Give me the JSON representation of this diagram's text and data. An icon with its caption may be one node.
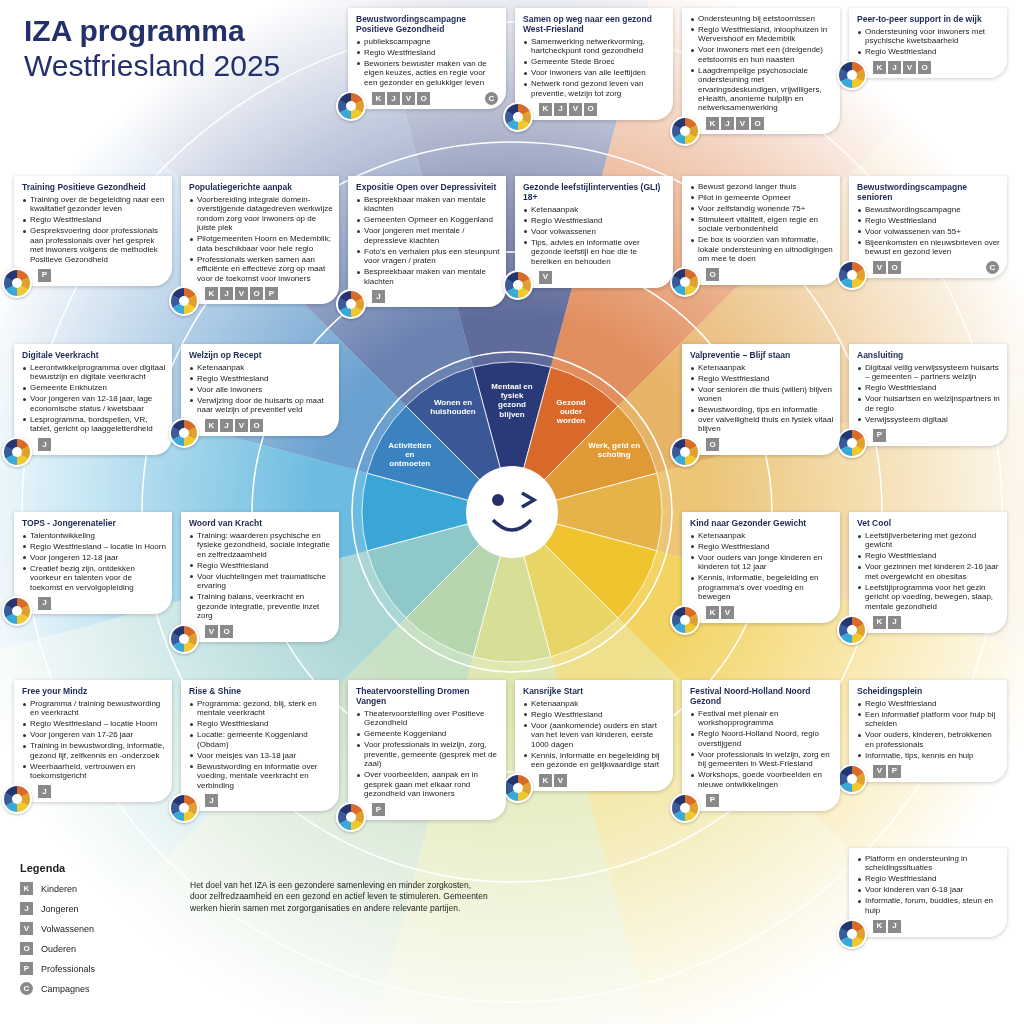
{
  "diagram": {
    "title": "**IZA programma** Westfriesland 2025",
    "caption": "Het doel van het IZA is een gezondere samenleving en minder zorgkosten, door zelfredzaamheid en een gezond en actief leven te stimuleren. Gemeenten werken hierin samen met zorgorganisaties en andere relevante partijen.",
    "nodes": [
      {
        "text": [
          "Bewustwordingscampagne Positieve Gezondheid",
          "publiekscampagne",
          "Regio Westfriesland",
          "Bewoners bewuster maken van de eigen keuzes, acties en regie voor een gezonder en gelukkiger leven",
          "K",
          "J",
          "V",
          "O",
          "C"
        ]
      },
      {
        "text": [
          "Populatiegerichte aanpak",
          "Voorbereiding integrale domein-overstijgende datagedreven werkwijze rondom zorg voor inwoners op de juiste plek",
          "Pilotgemeenten Hoorn en Medemblik; data beschikbaar voor hele regio",
          "Professionals werken samen aan efficiënte en effectieve zorg op maat voor de toekomst voor inwoners",
          "K",
          "J",
          "V",
          "O",
          "P"
        ]
      },
      {
        "text": [
          "Training Positieve Gezondheid",
          "Training over de begeleiding naar een kwalitatief gezonder leven",
          "Regio Westfriesland",
          "Gespreksvoering door professionals aan professionals over het gesprek met inwoners volgens de methodiek Positieve Gezondheid",
          "P"
        ]
      },
      {
        "text": [
          "Ondersteuning bij eetstoornissen",
          "Regio Westfriesland, inloophuizen in Wervershoof en Medemblik",
          "Voor inwoners met een (dreigende) eetstoornis en hun naasten",
          "Laagdrempelige psychosociale ondersteuning met ervaringsdeskundigen, vrijwilligers, eHealth, anonieme hulplijn en netwerksamenwerking",
          "K",
          "J",
          "V",
          "O"
        ]
      },
      {
        "text": [
          "Peer-to-peer support in de wijk",
          "Ondersteuning voor inwoners met psychische kwetsbaarheid",
          "Regio Westfriesland",
          "K",
          "J",
          "V",
          "O"
        ]
      },
      {
        "text": [
          "Samen op weg naar een gezond West-Friesland",
          "Samenwerking netwerkvorming, hartcheckpunt rond gezondheid",
          "Gemeente Stede Broec",
          "Voor inwoners van alle leeftijden",
          "Netwerk rond gezond leven van preventie, welzijn tot zorg",
          "K",
          "J",
          "V",
          "O"
        ]
      },
      {
        "text": [
          "Expositie Open over Depressiviteit",
          "Bespreekbaar maken van mentale klachten",
          "Gemeenten Opmeer en Koggenland",
          "Voor jongeren met mentale / depressieve klachten",
          "Foto's en verhalen plus een steunpunt voor vragen / praten",
          "Bespreekbaar maken van mentale klachten",
          "J"
        ]
      },
      {
        "text": [
          "Bewustwordingscampagne senioren",
          "Bewustwordingscampagne",
          "Regio Westfriesland",
          "Voor volwassenen van 55+",
          "Bijeenkomsten en nieuwsbrieven over bewust en gezond leven",
          "V",
          "O",
          "C"
        ]
      },
      {
        "text": [
          "Bewust gezond langer thuis",
          "Pilot in gemeente Opmeer",
          "Voor zelfstandig wonende 75+",
          "Stimuleert vitaliteit, eigen regie en sociale verbondenheid",
          "De box is voorzien van informatie, lokale ondersteuning en uitnodigingen om mee te doen",
          "O"
        ]
      },
      {
        "text": [
          "Digitale Veerkracht",
          "Leerontwikkelprogramma over digitaal bewustzijn en digitale veerkracht",
          "Gemeente Enkhuizen",
          "Voor jongeren van 12-18 jaar, lage economische status / kwetsbaar",
          "Lesprogramma, bordspellen, VR, tablet, gericht op laaggeletterdheid",
          "J"
        ]
      },
      {
        "text": [
          "Gezonde leefstijlinterventies (GLI) 18+",
          "Ketenaanpak",
          "Regio Westfriesland",
          "Voor volwassenen",
          "Tips, advies en informatie over gezonde leefstijl en hoe die te bereiken en behouden",
          "V"
        ]
      },
      {
        "text": [
          "Welzijn op Recept",
          "Ketenaanpak",
          "Regio Westfriesland",
          "Voor alle inwoners",
          "Verwijzing door de huisarts op maat naar welzijn of preventief veld",
          "K",
          "J",
          "V",
          "O"
        ]
      },
      {
        "text": [
          "Aansluiting",
          "Digitaal veilig verwijssysteem huisarts – gemeenten – partners welzijn",
          "Regio Westfriesland",
          "Voor huisartsen en welzijnspartners in de regio",
          "Verwijssysteem digitaal",
          "P"
        ]
      },
      {
        "text": [
          "TOPS - Jongerenatelier",
          "Talentontwikkeling",
          "Regio Westfriesland – locatie in Hoorn",
          "Voor jongeren 12-18 jaar",
          "Creatief bezig zijn, ontdekken voorkeur en talenten voor de toekomst en vervolgopleiding",
          "J"
        ]
      },
      {
        "text": [
          "Valpreventie – Blijf staan",
          "Ketenaanpak",
          "Regio Westfriesland",
          "Voor senioren die thuis (willen) blijven wonen",
          "Bewustwording, tips en informatie over valveiligheid thuis en fysiek vitaal blijven",
          "O"
        ]
      },
      {
        "text": [
          "Vet Cool",
          "Leefstijlverbetering met gezond gewicht",
          "Regio Westfriesland",
          "Voor gezinnen met kinderen 2-16 jaar met overgewicht en obesitas",
          "Leefstijlprogramma voor het gezin gericht op voeding, bewegen, slaap, mentale gezondheid",
          "K",
          "J"
        ]
      },
      {
        "text": [
          "Woord van Kracht",
          "Training: waarderen psychische en fysieke gezondheid, sociale integratie en zelfredzaamheid",
          "Regio Westfriesland",
          "Voor vluchtelingen met traumatische ervaring",
          "Training balans, veerkracht en gezonde integratie, preventie inzet zorg",
          "V",
          "O"
        ]
      },
      {
        "text": [
          "Kind naar Gezonder Gewicht",
          "Ketenaanpak",
          "Regio Westfriesland",
          "Voor ouders van jonge kinderen en kinderen tot 12 jaar",
          "Kennis, informatie, begeleiding en programma's over voeding en bewegen",
          "K",
          "V"
        ]
      },
      {
        "text": [
          "Kansrijke Start",
          "Ketenaanpak",
          "Regio Westfriesland",
          "Voor (aankomende) ouders en start van het leven van kinderen, eerste 1000 dagen",
          "Kennis, informatie en begeleiding bij een gezonde en gelijkwaardige start",
          "K",
          "V"
        ]
      },
      {
        "text": [
          "Scheidingsplein",
          "Regio Westfriesland",
          "Een informatief platform voor hulp bij scheiden",
          "Voor ouders, kinderen, betrokkenen en professionals",
          "Informatie, tips, kennis en hulp",
          "V",
          "P"
        ]
      },
      {
        "text": [
          "Free your Mindz",
          "Programma / training bewustwording en veerkracht",
          "Regio Westfriesland – locatie Hoorn",
          "Voor jongeren van 17-26 jaar",
          "Training in bewustwording, informatie, gezond lijf, zelfkennis en -onderzoek",
          "Weerbaarheid, vertrouwen en toekomstgericht",
          "J"
        ]
      },
      {
        "text": [
          "Rise & Shine",
          "Programma: gezond, blij, sterk en mentale veerkracht",
          "Regio Westfriesland",
          "Locatie: gemeente Koggenland (Obdam)",
          "Voor meisjes van 13-18 jaar",
          "Bewustwording en informatie over voeding, mentale veerkracht en verbinding",
          "J"
        ]
      },
      {
        "text": [
          "Festival Noord-Holland Noord Gezond",
          "Festival met plenair en workshopprogramma",
          "Regio Noord-Holland Noord, regio overstijgend",
          "Voor professionals in welzijn, zorg en bij gemeenten in West-Friesland",
          "Workshops, goede voorbeelden en nieuwe ontwikkelingen",
          "P"
        ]
      },
      {
        "text": [
          "Platform en ondersteuning in scheidingssituaties",
          "Regio Westfriesland",
          "Voor kinderen van 6-18 jaar",
          "Informatie, forum, buddies, steun en hulp",
          "K",
          "J"
        ]
      },
      {
        "text": [
          "Theatervoorstelling Dromen Vangen",
          "Theatervoorstelling over Positieve Gezondheid",
          "Gemeente Koggenland",
          "Voor professionals in welzijn, zorg, preventie, gemeente (gesprek met de zaal)",
          "Over voorbeelden, aanpak en in gesprek gaan met elkaar rond gezondheid van inwoners",
          "P"
        ]
      },
      {
        "text": [
          "Activiteiten en ontmoeten"
        ]
      },
      {
        "text": [
          "Wonen en huishouden"
        ]
      },
      {
        "text": [
          "Mentaal en fysiek gezond blijven"
        ]
      },
      {
        "text": [
          "Gezond ouder worden"
        ]
      },
      {
        "text": [
          "Werk, geld en scholing"
        ]
      }
    ],
    "labels": [
      "Legenda",
      "K",
      "J",
      "V",
      "O",
      "P",
      "C"
    ],
    "legend": [
      {
        "text": "Kinderen"
      },
      {
        "text": "Jongeren"
      },
      {
        "text": "Volwassenen"
      },
      {
        "text": "Ouderen"
      },
      {
        "text": "Professionals"
      },
      {
        "text": "Campagnes"
      }
    ]
  }
}
